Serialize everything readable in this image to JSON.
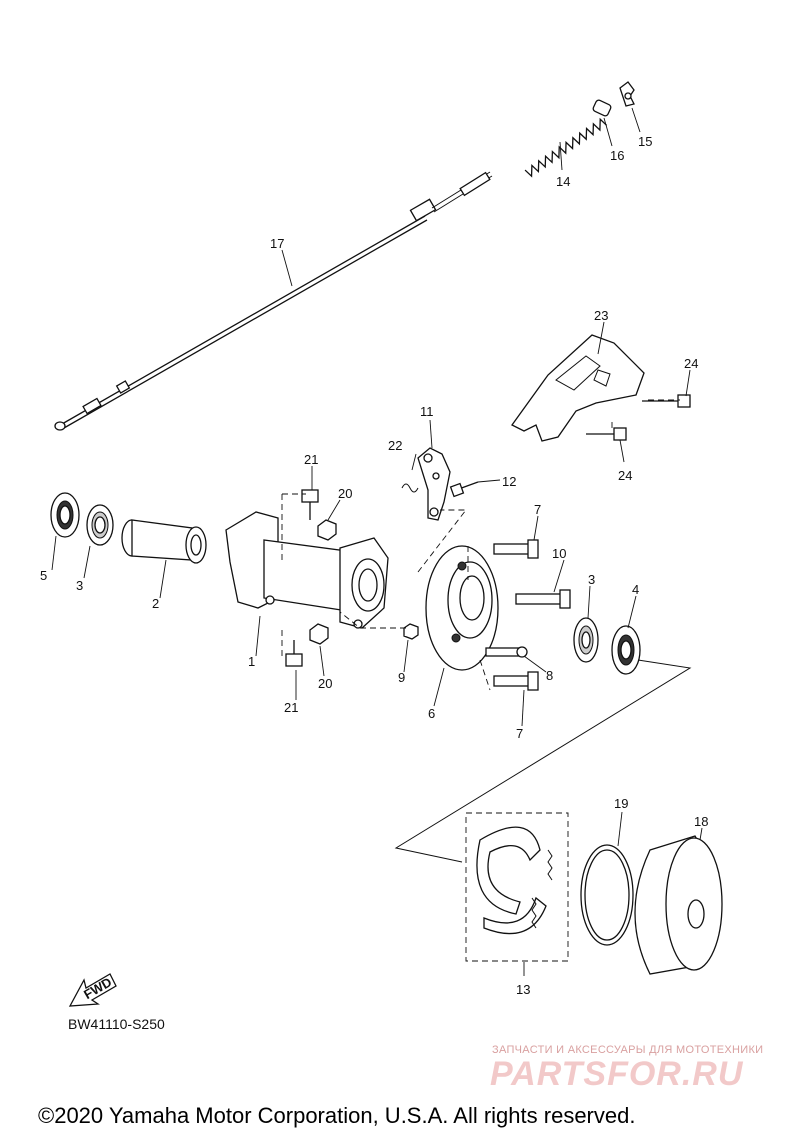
{
  "labels": {
    "p1": "1",
    "p2": "2",
    "p3a": "3",
    "p3b": "3",
    "p4": "4",
    "p5": "5",
    "p6": "6",
    "p7a": "7",
    "p7b": "7",
    "p8": "8",
    "p9": "9",
    "p10": "10",
    "p11": "11",
    "p12": "12",
    "p13": "13",
    "p14": "14",
    "p15": "15",
    "p16": "16",
    "p17": "17",
    "p18": "18",
    "p19": "19",
    "p20a": "20",
    "p20b": "20",
    "p21a": "21",
    "p21b": "21",
    "p22": "22",
    "p23": "23",
    "p24a": "24",
    "p24b": "24"
  },
  "fwd_label": "FWD",
  "diagram_code": "BW41110-S250",
  "watermark": {
    "subtitle": "ЗАПЧАСТИ И АКСЕССУАРЫ ДЛЯ МОТОТЕХНИКИ",
    "logo": "PARTSFOR.RU"
  },
  "copyright": "©2020 Yamaha Motor Corporation, U.S.A. All rights reserved."
}
